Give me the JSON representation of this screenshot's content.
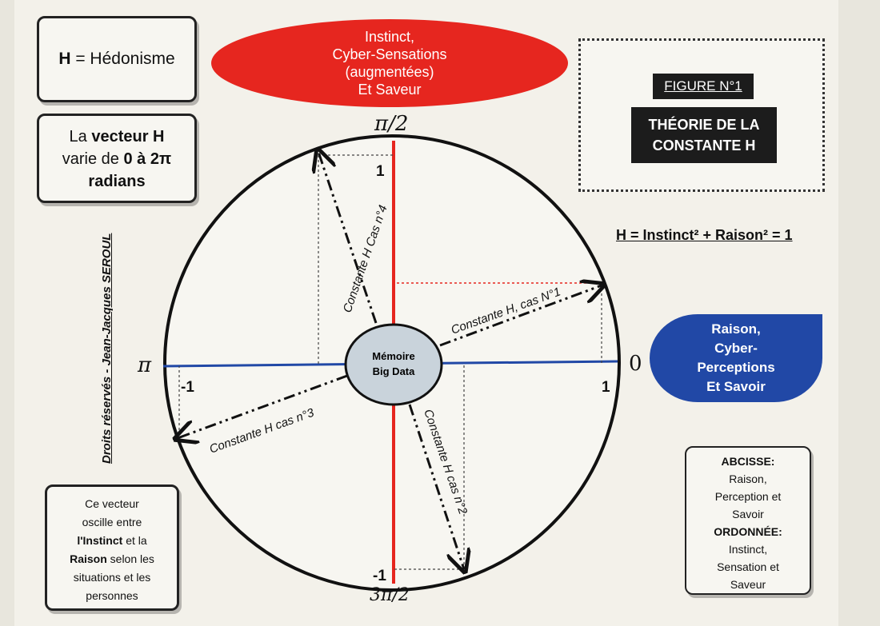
{
  "h_box": {
    "h": "H",
    "rest": " = Hédonisme"
  },
  "vector_box": {
    "line1_a": "La ",
    "line1_b": "vecteur H",
    "line2_a": "varie de ",
    "line2_b": "0 à 2π",
    "line3": "radians"
  },
  "instinct_ellipse": {
    "lines": [
      "Instinct,",
      "Cyber-Sensations",
      "(augmentées)",
      "Et Saveur"
    ]
  },
  "raison_shape": {
    "lines": [
      "Raison,",
      "Cyber-",
      "Perceptions",
      "Et Savoir"
    ]
  },
  "figure": {
    "label": "FIGURE N°1",
    "title_line1": "THÉORIE DE LA",
    "title_line2": "CONSTANTE H"
  },
  "formula": "H = Instinct² + Raison² = 1",
  "copyright": "Droits réservés - Jean-Jacques SEROUL",
  "oscillation_box": {
    "l1": "Ce vecteur",
    "l2": "oscille entre",
    "l3a": "l'Instinct",
    "l3b": " et la",
    "l4a": "Raison",
    "l4b": " selon les",
    "l5": "situations et les",
    "l6": "personnes"
  },
  "axis_box": {
    "abscisse_title": "ABCISSE:",
    "abscisse_lines": [
      "Raison,",
      "Perception et",
      "Savoir"
    ],
    "ordonnee_title": "ORDONNÉE:",
    "ordonnee_lines": [
      "Instinct,",
      "Sensation et",
      "Saveur"
    ]
  },
  "angles": {
    "top": "π/2",
    "left": "π",
    "right": "0",
    "bottom": "3π/2"
  },
  "unit_labels": {
    "top": "1",
    "right": "1",
    "left": "-1",
    "bottom": "-1"
  },
  "center": {
    "line1": "Mémoire",
    "line2": "Big Data"
  },
  "vectors": {
    "case1": "Constante H, cas N°1",
    "case2": "Constante H cas n°2",
    "case3": "Constante H cas n°3",
    "case4": "Constante H Cas n°4"
  },
  "colors": {
    "red": "#e6261f",
    "blue": "#2148a6",
    "dark": "#1c1c1c"
  }
}
